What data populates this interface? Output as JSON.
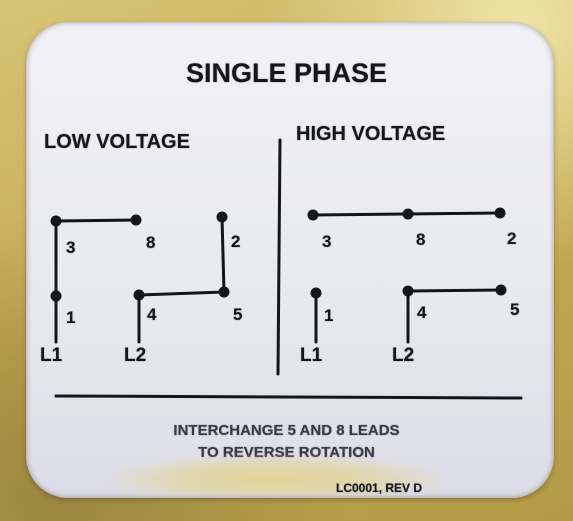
{
  "title": "SINGLE PHASE",
  "low_voltage": {
    "heading": "LOW VOLTAGE",
    "leads": [
      "3",
      "8",
      "2",
      "1",
      "4",
      "5"
    ],
    "lines": [
      "L1",
      "L2"
    ]
  },
  "high_voltage": {
    "heading": "HIGH VOLTAGE",
    "leads": [
      "3",
      "8",
      "2",
      "1",
      "4",
      "5"
    ],
    "lines": [
      "L1",
      "L2"
    ]
  },
  "note": {
    "line1": "INTERCHANGE 5 AND 8 LEADS",
    "line2": "TO REVERSE ROTATION"
  },
  "revision": "LC0001, REV D",
  "colors": {
    "label": "#eeeef4",
    "ink": "#15151c",
    "background": "#c9b15a"
  }
}
